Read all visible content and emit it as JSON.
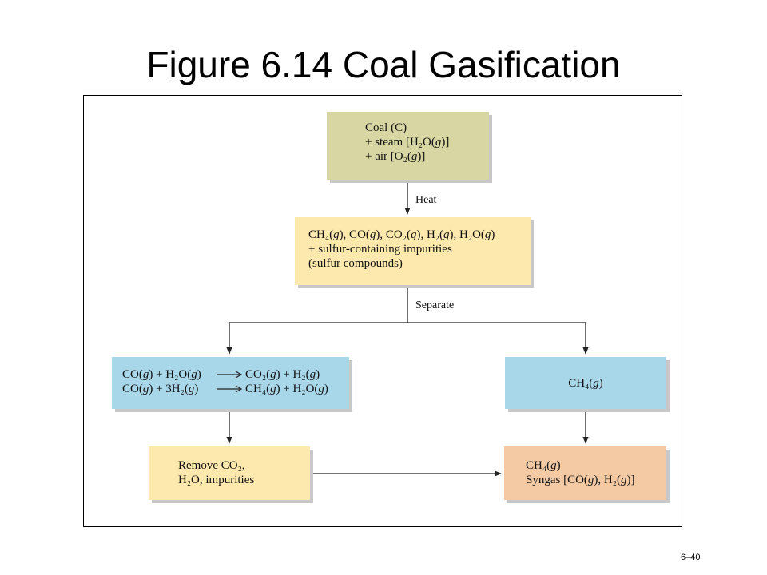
{
  "title": "Figure 6.14  Coal Gasification",
  "page_number": "6–40",
  "labels": {
    "heat": "Heat",
    "separate": "Separate"
  },
  "boxes": {
    "coal": {
      "line1": "Coal (C)",
      "line2": "+ steam [H₂O(g)]",
      "line3": "+ air [O₂(g)]"
    },
    "products": {
      "line1": "CH₄(g), CO(g), CO₂(g), H₂(g), H₂O(g)",
      "line2": "+ sulfur-containing impurities",
      "line3": "(sulfur compounds)"
    },
    "reactions": {
      "r1_lhs": "CO(g) + H₂O(g)",
      "r1_rhs": "CO₂(g) + H₂(g)",
      "r2_lhs": "CO(g) + 3H₂(g)",
      "r2_rhs": "CH₄(g) + H₂O(g)"
    },
    "methane": {
      "line1": "CH₄(g)"
    },
    "remove": {
      "line1": "Remove CO₂,",
      "line2": "H₂O, impurities"
    },
    "syngas": {
      "line1": "CH₄(g)",
      "line2": "Syngas [CO(g), H₂(g)]"
    }
  },
  "colors": {
    "coal_box": "#d8d7a4",
    "products_box": "#fde9ad",
    "reaction_box": "#a9d7ea",
    "methane_box": "#a9d7ea",
    "remove_box": "#fde9ad",
    "syngas_box": "#f3caa4"
  }
}
